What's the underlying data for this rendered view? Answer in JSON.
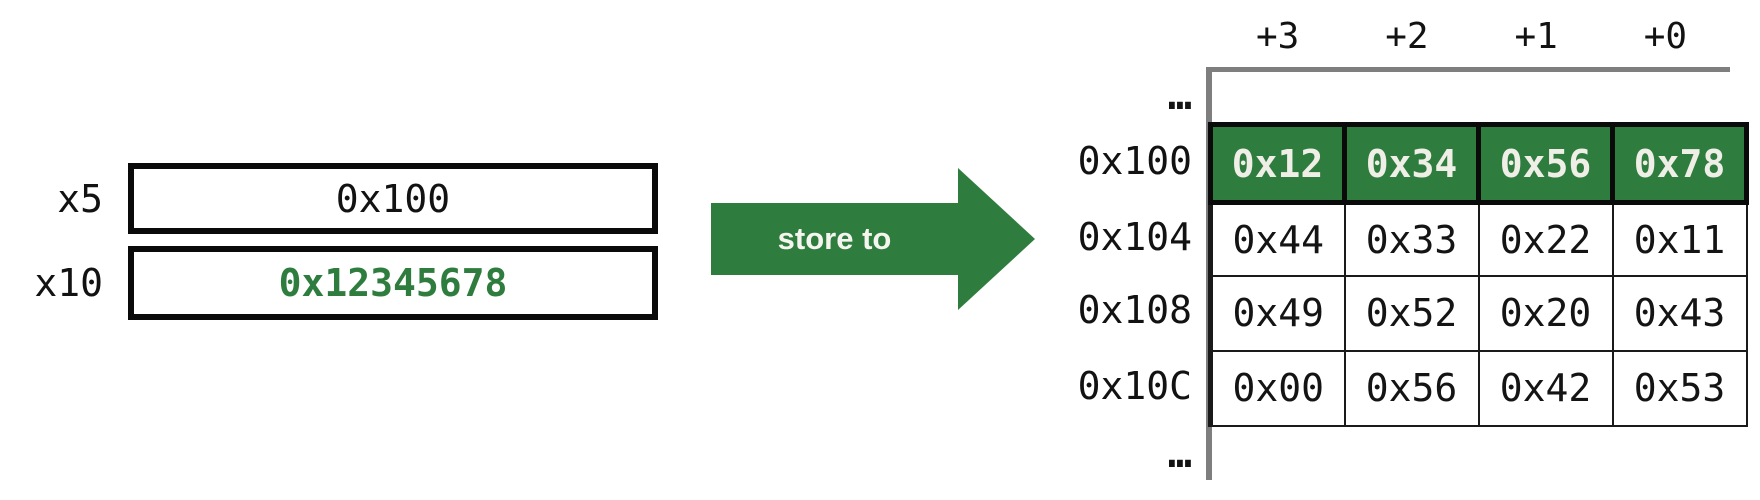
{
  "colors": {
    "accent-green": "#2e7d3e",
    "on-green-text": "#efeee7",
    "ink": "#121212",
    "gray-line": "#7e7e7e"
  },
  "registers": {
    "items": [
      {
        "name": "x5",
        "value": "0x100",
        "highlighted": false
      },
      {
        "name": "x10",
        "value": "0x12345678",
        "highlighted": true
      }
    ]
  },
  "arrow": {
    "label": "store to"
  },
  "memory": {
    "column_headers": [
      "+3",
      "+2",
      "+1",
      "+0"
    ],
    "ellipsis_top": "…",
    "ellipsis_bottom": "…",
    "rows": [
      {
        "address": "0x100",
        "cells": [
          "0x12",
          "0x34",
          "0x56",
          "0x78"
        ],
        "highlighted": true
      },
      {
        "address": "0x104",
        "cells": [
          "0x44",
          "0x33",
          "0x22",
          "0x11"
        ],
        "highlighted": false
      },
      {
        "address": "0x108",
        "cells": [
          "0x49",
          "0x52",
          "0x20",
          "0x43"
        ],
        "highlighted": false
      },
      {
        "address": "0x10C",
        "cells": [
          "0x00",
          "0x56",
          "0x42",
          "0x53"
        ],
        "highlighted": false
      }
    ]
  }
}
